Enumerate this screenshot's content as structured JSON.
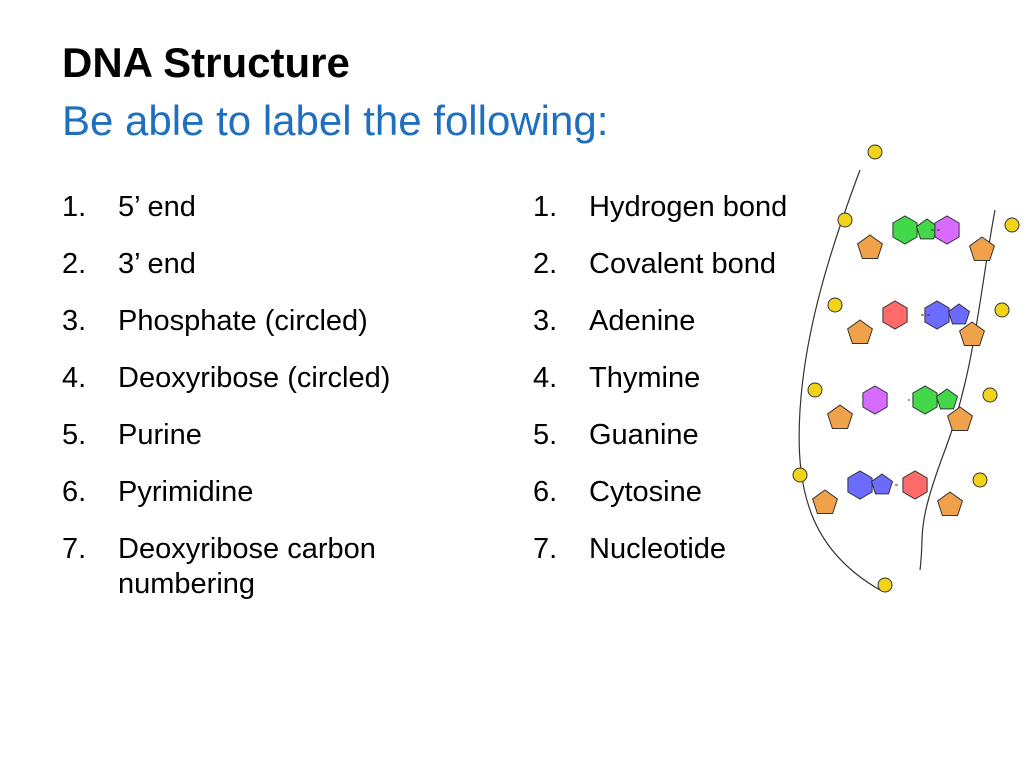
{
  "title": {
    "main": "DNA Structure",
    "sub": "Be able to label the following:"
  },
  "left_list": [
    {
      "num": "1.",
      "text": "5’ end"
    },
    {
      "num": "2.",
      "text": "3’ end"
    },
    {
      "num": "3.",
      "text": "Phosphate (circled)"
    },
    {
      "num": "4.",
      "text": "Deoxyribose (circled)"
    },
    {
      "num": "5.",
      "text": "Purine"
    },
    {
      "num": "6.",
      "text": "Pyrimidine"
    },
    {
      "num": "7.",
      "text": "Deoxyribose carbon numbering"
    }
  ],
  "right_list": [
    {
      "num": "1.",
      "text": "Hydrogen bond"
    },
    {
      "num": "2.",
      "text": "Covalent bond"
    },
    {
      "num": "3.",
      "text": "Adenine"
    },
    {
      "num": "4.",
      "text": "Thymine"
    },
    {
      "num": "5.",
      "text": "Guanine"
    },
    {
      "num": "6.",
      "text": "Cytosine"
    },
    {
      "num": "7.",
      "text": "Nucleotide"
    }
  ],
  "figure": {
    "name": "dna-structure-diagram",
    "colors": {
      "sugar": "#f0a24a",
      "phosphate": "#f1d31a",
      "adenine": "#6b6bff",
      "thymine": "#d86bff",
      "guanine": "#43d84a",
      "cytosine": "#ff6b6b",
      "stroke": "#333333"
    }
  }
}
